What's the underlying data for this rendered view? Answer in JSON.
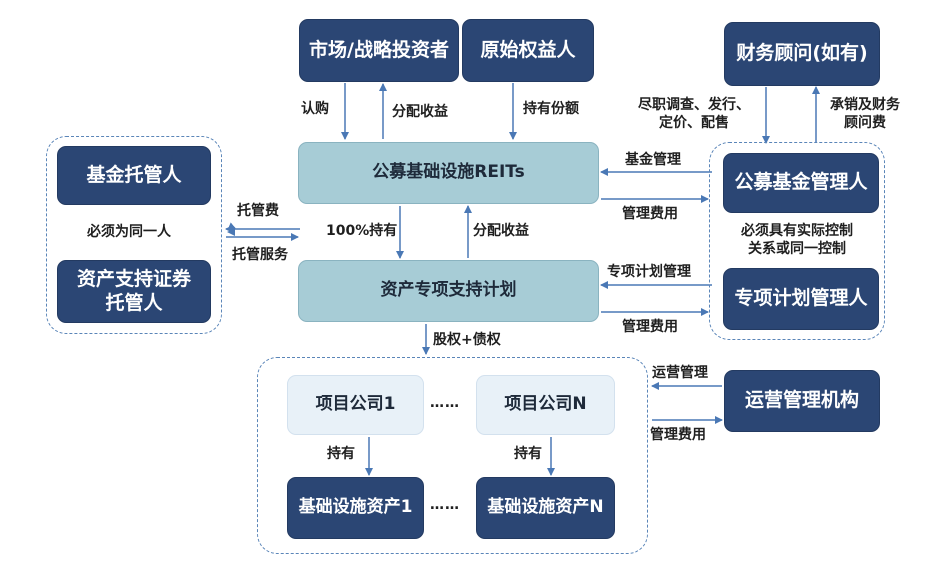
{
  "nodes": {
    "market_investors": "市场/战略投资者",
    "original_owner": "原始权益人",
    "financial_advisor": "财务顾问(如有)",
    "fund_custodian": "基金托管人",
    "abs_custodian": "资产支持证券\n托管人",
    "reits": "公募基础设施REITs",
    "abs_plan": "资产专项支持计划",
    "fund_manager": "公募基金管理人",
    "plan_manager": "专项计划管理人",
    "project_co_1": "项目公司1",
    "project_co_n": "项目公司N",
    "infra_asset_1": "基础设施资产1",
    "infra_asset_n": "基础设施资产N",
    "ops_org": "运营管理机构"
  },
  "labels": {
    "subscribe": "认购",
    "distribute_top": "分配收益",
    "hold_shares": "持有份额",
    "due_diligence": "尽职调查、发行、\n定价、配售",
    "underwriting_fee": "承销及财务\n顾问费",
    "custody_fee": "托管费",
    "same_entity_left": "必须为同一人",
    "custody_service": "托管服务",
    "fund_management": "基金管理",
    "mgmt_fee_1": "管理费用",
    "control_note": "必须具有实际控制\n关系或同一控制",
    "hold_100": "100%持有",
    "distribute_mid": "分配收益",
    "plan_management": "专项计划管理",
    "mgmt_fee_2": "管理费用",
    "equity_debt": "股权+债权",
    "ops_management": "运营管理",
    "mgmt_fee_3": "管理费用",
    "hold_1": "持有",
    "hold_n": "持有",
    "ellipsis_1": "……",
    "ellipsis_2": "……"
  },
  "colors": {
    "dark_box": "#2b4674",
    "teal_box": "#a7ccd6",
    "pale_box": "#e8f1f8",
    "arrow": "#4a78b5",
    "dashed_group": "#5a85b8"
  }
}
